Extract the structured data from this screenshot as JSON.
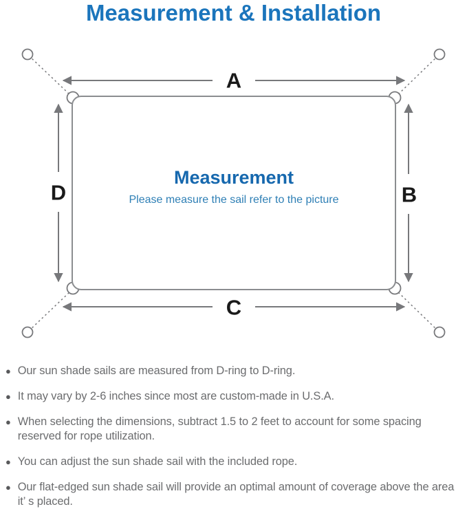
{
  "title": "Measurement & Installation",
  "diagram": {
    "labels": {
      "top": "A",
      "right": "B",
      "bottom": "C",
      "left": "D"
    },
    "center_heading": "Measurement",
    "center_subtitle": "Please measure the sail refer to the picture"
  },
  "bullets": {
    "glyph": "●",
    "items": [
      "Our sun shade sails are measured from D-ring to D-ring.",
      "It may vary by 2-6 inches since most are custom-made in U.S.A.",
      "When selecting the dimensions, subtract 1.5 to 2 feet to account for some spacing reserved for rope utilization.",
      "You can adjust the sun shade sail with the included rope.",
      "Our flat-edged sun shade sail will provide an optimal amount of coverage above the area it’ s placed."
    ]
  },
  "colors": {
    "title_blue": "#1b75bc",
    "center_heading_blue": "#1668ae",
    "subtitle_blue": "#2e7fb5",
    "line_gray": "#77787b",
    "border_gray": "#8b8d90",
    "body_text_gray": "#6b6c6e",
    "label_black": "#1a1a1a"
  }
}
